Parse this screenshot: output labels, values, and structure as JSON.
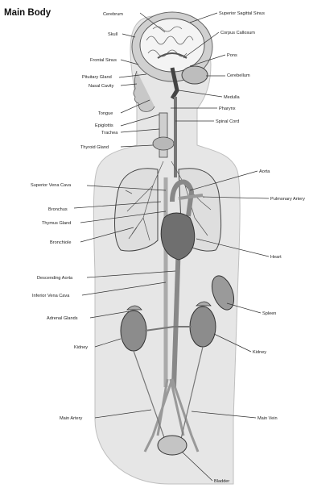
{
  "title": "Main Body",
  "labels": {
    "cerebrum": "Cerebrum",
    "superior_sagittal_sinus": "Superior Sagittal Sinus",
    "skull": "Skull",
    "corpus_callosum": "Corpus Callosum",
    "frontal_sinus": "Frontal Sinus",
    "pons": "Pons",
    "pituitary_gland": "Pituitary Gland",
    "cerebellum": "Cerebellum",
    "nasal_cavity": "Nasal Cavity",
    "medulla": "Medulla",
    "tongue": "Tongue",
    "pharynx": "Pharynx",
    "epiglottis": "Epiglottis",
    "spinal_cord": "Spinal Cord",
    "trachea": "Trachea",
    "thyroid_gland": "Thyroid Gland",
    "aorta": "Aorta",
    "superior_vena_cava": "Superior Vena Cava",
    "pulmonary_artery": "Pulmonary Artery",
    "bronchus": "Bronchus",
    "thymus_gland": "Thymus Gland",
    "bronchiole": "Bronchiole",
    "heart": "Heart",
    "descending_aorta": "Descending Aorta",
    "inferior_vena_cava": "Inferior Vena Cava",
    "spleen": "Spleen",
    "adrenal_glands": "Adrenal Glands",
    "kidney_left": "Kidney",
    "kidney_right": "Kidney",
    "main_artery": "Main Artery",
    "main_vein": "Main Vein",
    "bladder": "Bladder"
  }
}
